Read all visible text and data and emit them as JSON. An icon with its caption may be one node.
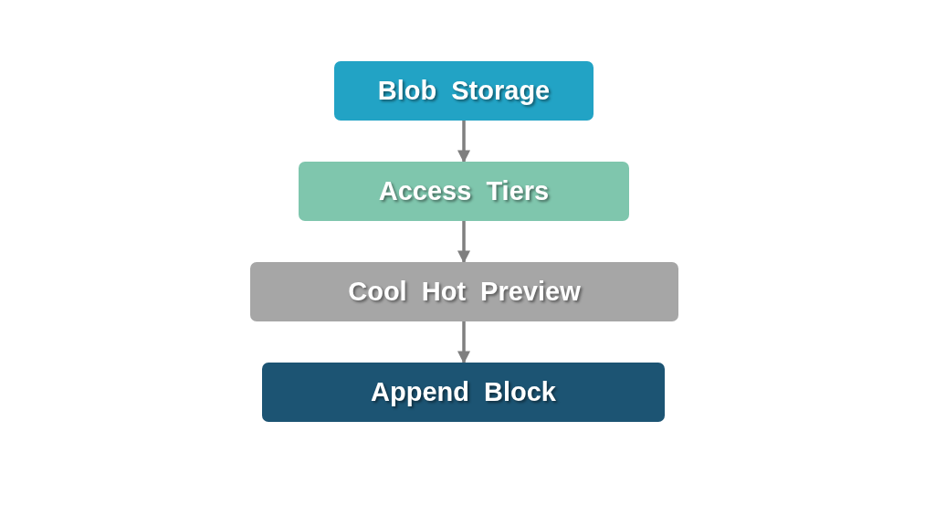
{
  "diagram": {
    "nodes": [
      {
        "text": [
          "Blob Storage"
        ]
      },
      {
        "text": [
          "Access Tiers"
        ]
      },
      {
        "text": [
          "Cool Hot Preview"
        ]
      },
      {
        "text": [
          "Append Block"
        ]
      }
    ],
    "edges": [
      {
        "from": 0,
        "to": 1,
        "arrow": "to"
      },
      {
        "from": 1,
        "to": 2,
        "arrow": "to"
      },
      {
        "from": 2,
        "to": 3,
        "arrow": "to"
      }
    ]
  }
}
